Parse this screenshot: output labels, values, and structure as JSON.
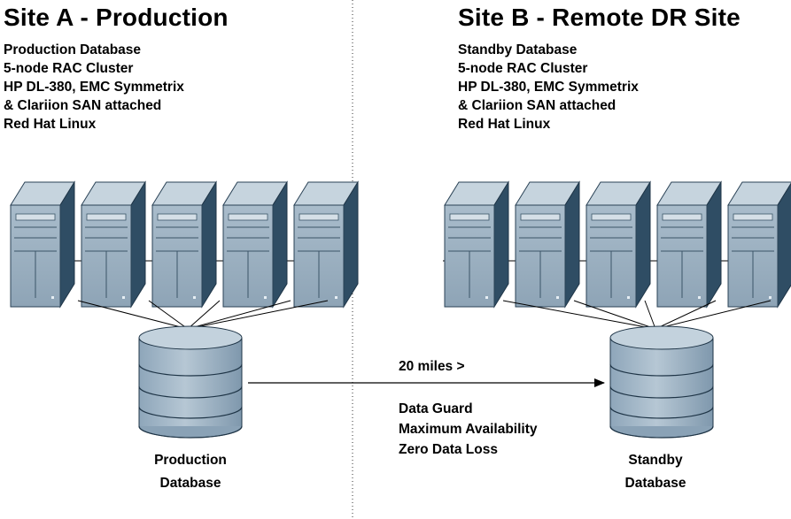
{
  "site_a": {
    "title": "Site A - Production",
    "lines": [
      "Production Database",
      "5-node RAC Cluster",
      "HP DL-380, EMC Symmetrix",
      "& Clariion SAN attached",
      "Red Hat Linux"
    ],
    "db_label": [
      "Production",
      "Database"
    ]
  },
  "site_b": {
    "title": "Site B - Remote DR Site",
    "lines": [
      "Standby Database",
      "5-node RAC Cluster",
      "HP DL-380, EMC Symmetrix",
      "& Clariion SAN attached",
      "Red Hat Linux"
    ],
    "db_label": [
      "Standby",
      "Database"
    ]
  },
  "link": {
    "distance": "20 miles >",
    "lines": [
      "Data Guard",
      "Maximum Availability",
      "Zero Data Loss"
    ]
  },
  "colors": {
    "server_front": "#99adbd",
    "server_top": "#c6d4de",
    "server_side": "#2f4d64",
    "db_body": "#97aec0",
    "db_top": "#c3d2dd"
  }
}
